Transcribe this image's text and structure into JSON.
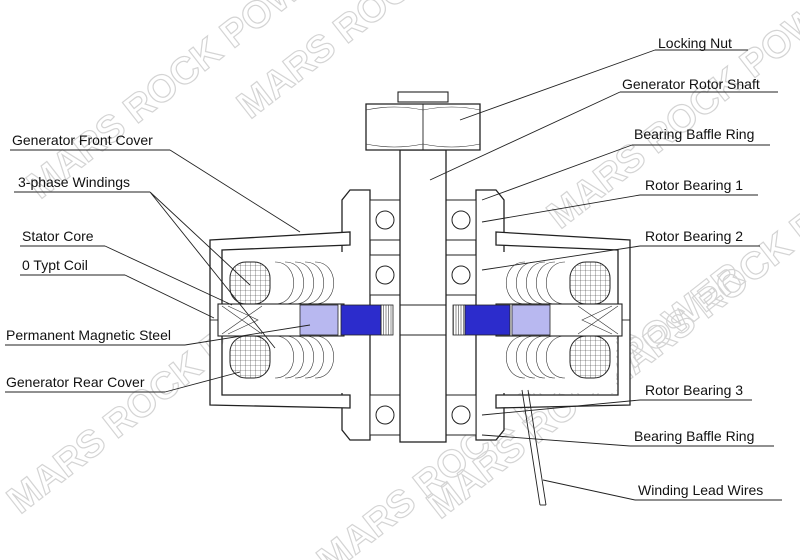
{
  "watermark": "MARS ROCK POWER",
  "labels": {
    "locking_nut": "Locking Nut",
    "rotor_shaft": "Generator Rotor Shaft",
    "baffle_ring_top": "Bearing Baffle Ring",
    "rotor_bearing_1": "Rotor Bearing 1",
    "rotor_bearing_2": "Rotor Bearing 2",
    "rotor_bearing_3": "Rotor Bearing 3",
    "baffle_ring_bottom": "Bearing Baffle Ring",
    "winding_lead_wires": "Winding Lead Wires",
    "front_cover": "Generator Front Cover",
    "three_phase_windings": "3-phase Windings",
    "stator_core": "Stator Core",
    "typt_coil": "0 Typt Coil",
    "magnetic_steel": "Permanent Magnetic Steel",
    "rear_cover": "Generator Rear Cover"
  },
  "colors": {
    "magnet_blue": "#2c2ccc",
    "magnet_light": "#b8b8f0",
    "line": "#222222",
    "watermark": "#d4d4d4"
  }
}
